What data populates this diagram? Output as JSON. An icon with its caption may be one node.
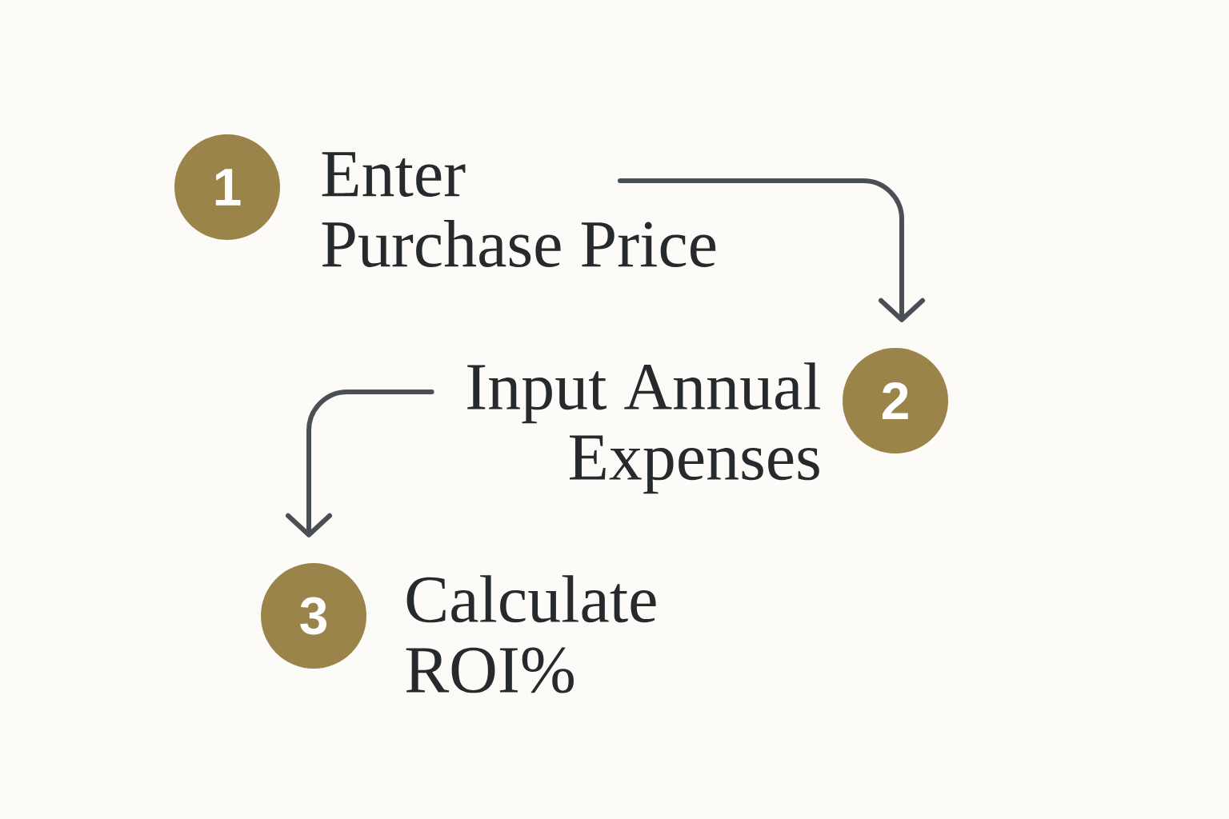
{
  "diagram": {
    "nodes": [
      {
        "text": [
          "1"
        ]
      },
      {
        "text": [
          "Enter Purchase Price"
        ]
      },
      {
        "text": [
          "Input Annual Expenses"
        ]
      },
      {
        "text": [
          "2"
        ]
      },
      {
        "text": [
          "3"
        ],
        "beside": [
          "Calculate ROI%"
        ]
      }
    ],
    "edges": [
      {
        "from": 1,
        "to": 3,
        "arrow": "to"
      },
      {
        "from": 2,
        "to": 4,
        "arrow": "to"
      }
    ]
  }
}
